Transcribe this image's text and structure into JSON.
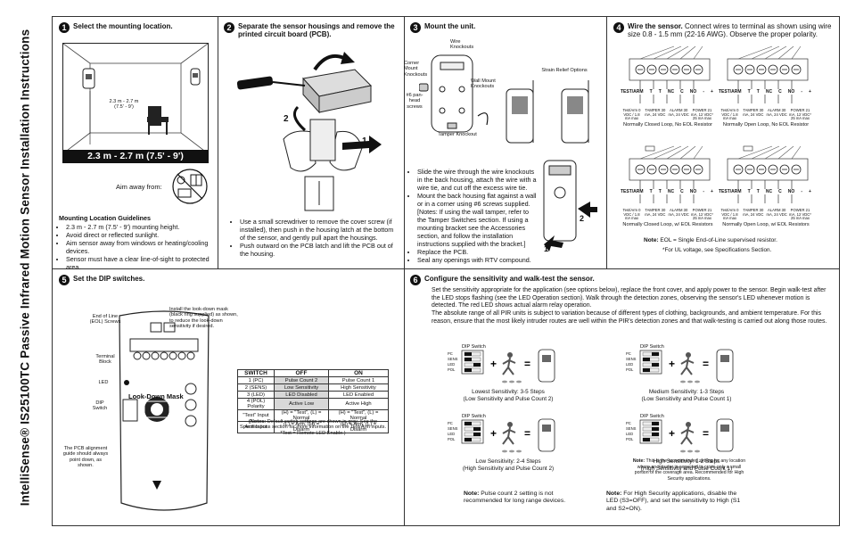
{
  "doc": {
    "title": "IntelliSense® IS25100TC Passive Infrared Motion Sensor Installation Instructions"
  },
  "step1": {
    "num": "1",
    "title": "Select the mounting location.",
    "height_small": "2.3 m - 2.7 m",
    "height_small_ft": "(7.5' - 9')",
    "banner": "2.3 m - 2.7 m (7.5' - 9')",
    "aim_away": "Aim away from:",
    "guidelines_title": "Mounting Location Guidelines",
    "guidelines": [
      "2.3 m - 2.7 m (7.5' - 9') mounting height.",
      "Avoid direct or reflected sunlight.",
      "Aim sensor away from windows or heating/cooling devices.",
      "Sensor must have a clear line-of-sight to protected area."
    ]
  },
  "step2": {
    "num": "2",
    "title": "Separate the sensor housings and remove the printed circuit board (PCB).",
    "bullets": [
      "Use a small screwdriver to remove the cover screw (if installed), then push in the housing latch at the bottom of the sensor, and gently pull apart the housings.",
      "Push outward on the PCB latch and lift the PCB out of the housing."
    ],
    "callout1": "1",
    "callout2": "2"
  },
  "step3": {
    "num": "3",
    "title": "Mount the unit.",
    "labels": {
      "wire_knockouts": "Wire Knockouts",
      "corner_mount": "Corner Mount Knockouts",
      "wall_mount": "Wall Mount Knockouts",
      "screws": "#6 pan-head screws",
      "tamper": "Tamper Knockout",
      "strain": "Strain Relief Options"
    },
    "bullets": [
      "Slide the wire through the wire knockouts in the back housing, attach the wire with a wire tie, and cut off the excess wire tie.",
      "Mount the back housing flat against a wall or in a corner using #6 screws supplied. [Notes: If using the wall tamper, refer to the Tamper Switches section. If using a mounting bracket see the Accessories section, and follow the installation instructions supplied with the bracket.]",
      "Replace the PCB.",
      "Seal any openings with RTV compound."
    ],
    "callout1": "1",
    "callout2": "2"
  },
  "step4": {
    "num": "4",
    "title": "Wire the sensor.",
    "title_rest": "Connect wires to terminal as shown using wire size 0.8 - 1.5 mm (22-16 AWG). Observe the proper polarity.",
    "terminals": [
      "TEST/ARM",
      "T",
      "T",
      "NC",
      "C",
      "NO",
      "-",
      "+"
    ],
    "subs": [
      "Test/Arm 0 VDC / 1.8 mA max",
      "TAMPER 30 mA, 24 VDC",
      "ALARM 30 mA, 24 VDC",
      "POWER 21 mA, 12 VDC* 25 mA max"
    ],
    "diagram_labels": [
      "Normally Closed Loop, No EOL Resistor",
      "Normally Open Loop, No EOL Resistor",
      "Normally Closed Loop, w/ EOL Resistors",
      "Normally Open Loop, w/ EOL Resistors"
    ],
    "note_label": "Note:",
    "note": "EOL = Single End-of-Line supervised resistor.",
    "ul_note": "*For UL voltage, see Specifications Section."
  },
  "step5": {
    "num": "5",
    "title": "Set the DIP switches.",
    "labels": {
      "eol": "End of Line (EOL) Screws",
      "terminal": "Terminal Block",
      "led": "LED",
      "dip": "DIP Switch",
      "lookdown": "Look-Down Mask",
      "lookdown_note": "Install the look-down mask (black ring supplied) as shown, to reduce the look-down sensitivity if desired.",
      "pcb_note": "The PCB alignment guide should always point down, as shown."
    },
    "table": {
      "headers": [
        "SWITCH",
        "OFF",
        "ON"
      ],
      "rows": [
        [
          "1 (PC)",
          "Pulse Count 2",
          "Pulse Count 1"
        ],
        [
          "2 (SENS)",
          "Low Sensitivity",
          "High Sensitivity"
        ],
        [
          "3 (LED)",
          "LED Disabled",
          "LED Enabled"
        ],
        [
          "4 (POL) Polarity",
          "Active Low",
          "Active High"
        ],
        [
          "\"Test\" Input",
          "(H) = \"Test\", (L) = Normal",
          "(H) = \"Test\", (L) = Normal"
        ],
        [
          "Arm Input",
          "(L) = Arm, (H) = Disarm",
          "(H) = Arm, (L) = Disarm"
        ]
      ]
    },
    "table_note_label": "(Notes:",
    "table_note": "Default switch settings are shown in grey. See the Specifications section for more information on the Test/Arm inputs. *Test = Remote LED Enable.)"
  },
  "step6": {
    "num": "6",
    "title": "Configure the sensitivity and walk-test the sensor.",
    "paragraphs": [
      "Set the sensitivity appropriate for the application (see options below), replace the front cover, and apply power to the sensor. Begin walk-test after the LED stops flashing (see the LED Operation section). Walk through the detection zones, observing the sensor's LED whenever motion is detected. The red LED shows actual alarm relay operation.",
      "The absolute range of all PIR units is subject to variation because of different types of clothing, backgrounds, and ambient temperature. For this reason, ensure that the most likely intruder routes are well within the PIR's detection zones and that walk-testing is carried out along those routes."
    ],
    "dip_label": "DIP Switch",
    "dip_rows": [
      "PC",
      "SENS",
      "LED",
      "POL"
    ],
    "configs": [
      {
        "line1": "Lowest Sensitivity: 3-5 Steps",
        "line2": "(Low Sensitivity and Pulse Count 2)"
      },
      {
        "line1": "Medium Sensitivity: 1-3 Steps",
        "line2": "(Low Sensitivity and Pulse Count 1)"
      },
      {
        "line1": "Low Sensitivity: 2-4 Steps",
        "line2": "(High Sensitivity and Pulse Count 2)"
      },
      {
        "line1": "High Sensitivity: 1-2 Steps",
        "line2": "(High Sensitivity and Pulse Count 1)"
      }
    ],
    "high_note_label": "Note:",
    "high_note": "This is the recommended setting for any location where an intruder is expected to cross only a small portion of the coverage area. Recommended for High Security applications.",
    "note1_label": "Note:",
    "note1": "Pulse count 2 setting is not recommended for long range devices.",
    "note2_label": "Note:",
    "note2": "For High Security applications, disable the LED (S3=OFF), and set the sensitivity to High (S1 and S2=ON)."
  }
}
